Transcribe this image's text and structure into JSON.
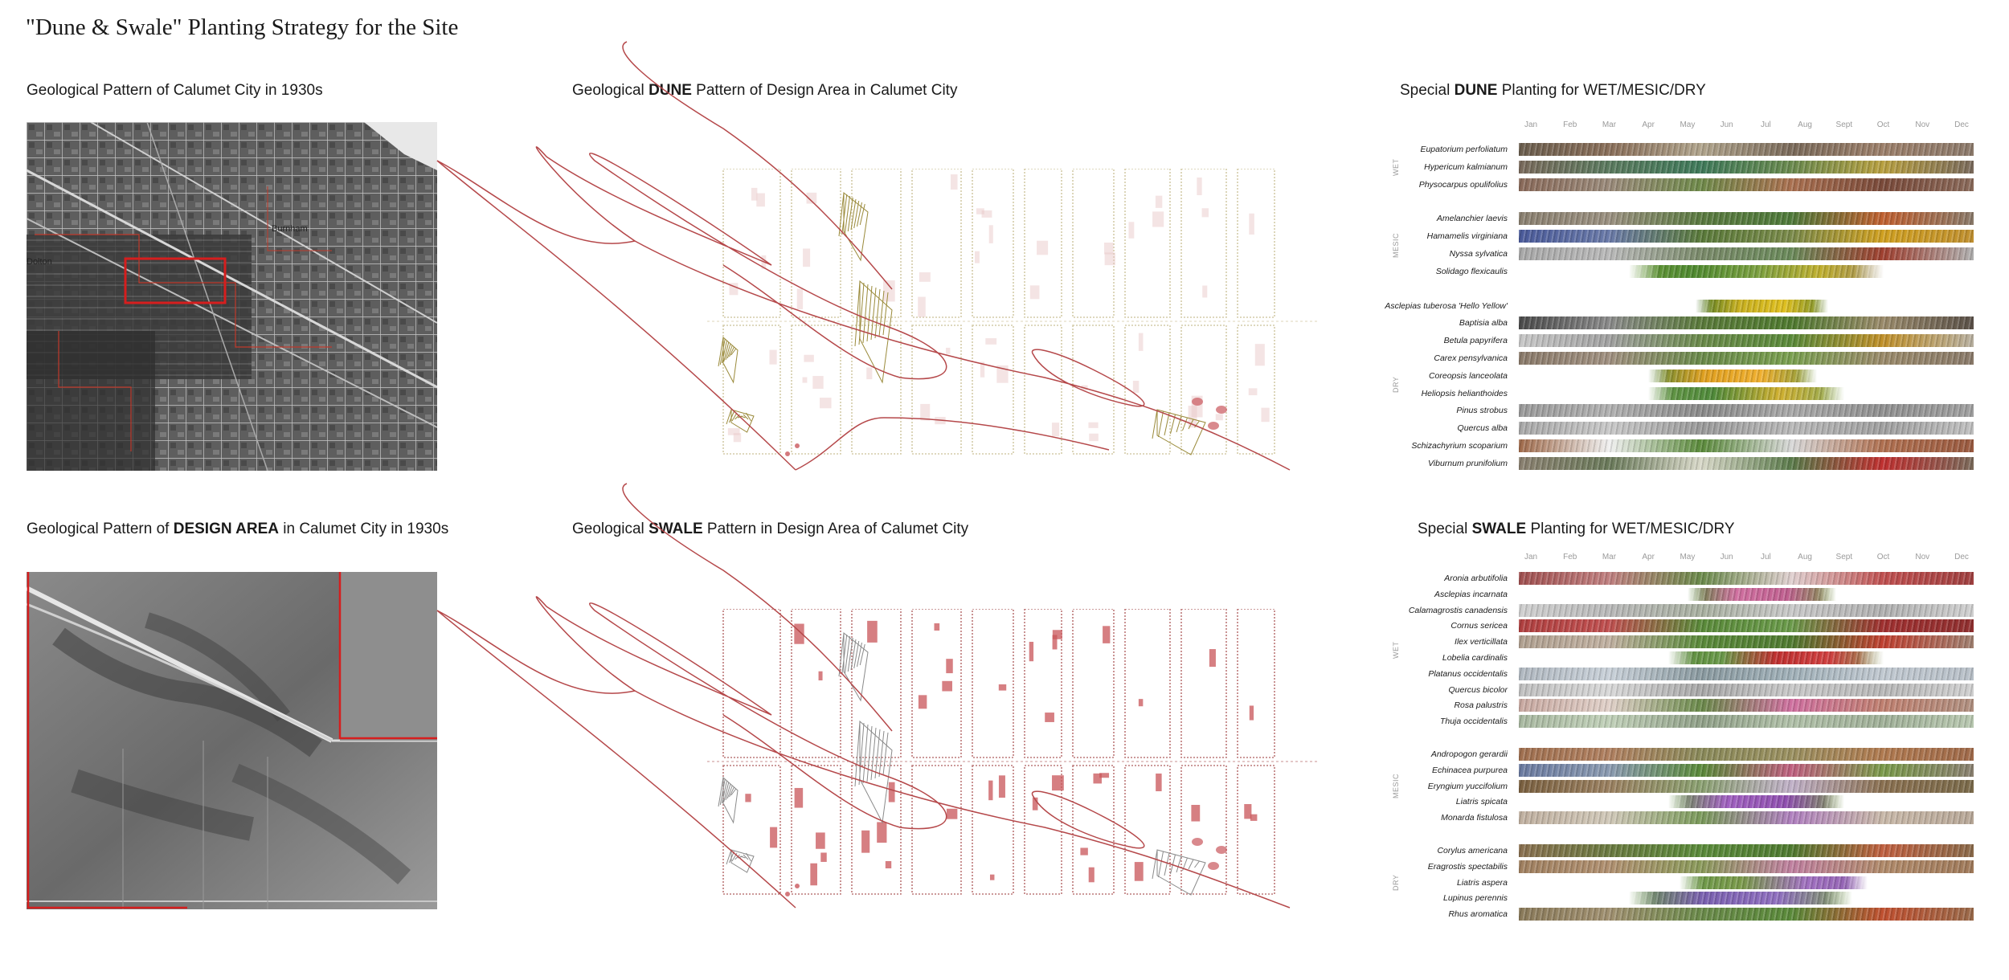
{
  "title": "\"Dune & Swale\" Planting Strategy for the Site",
  "sections": {
    "geo1930": {
      "pre": "Geological Pattern of Calumet City in 1930s",
      "bold": "",
      "post": ""
    },
    "dune_pattern": {
      "pre": "Geological ",
      "bold": "DUNE",
      "post": " Pattern of Design Area in Calumet City"
    },
    "dune_planting": {
      "pre": "Special ",
      "bold": "DUNE",
      "post": " Planting for WET/MESIC/DRY"
    },
    "design_area": {
      "pre": "Geological Pattern of ",
      "bold": "DESIGN AREA",
      "post": " in Calumet City in 1930s"
    },
    "swale_pattern": {
      "pre": "Geological ",
      "bold": "SWALE",
      "post": " Pattern in Design Area of Calumet City"
    },
    "swale_planting": {
      "pre": "Special ",
      "bold": "SWALE",
      "post": " Planting for WET/MESIC/DRY"
    }
  },
  "map_labels": {
    "burnham": "Burnham",
    "dolton": "Dolton"
  },
  "months": [
    "Jan",
    "Feb",
    "Mar",
    "Apr",
    "May",
    "Jun",
    "Jul",
    "Aug",
    "Sept",
    "Oct",
    "Nov",
    "Dec"
  ],
  "colors": {
    "accent_red": "#c0392b",
    "line_red": "#b5484a",
    "dune_hatch": "#9a8a3a",
    "swale_fill": "#c9575c"
  },
  "dune_chart": {
    "groups": [
      {
        "label": "WET",
        "plants": [
          {
            "name": "Eupatorium perfoliatum",
            "start": 1,
            "end": 12,
            "tones": [
              "#6b5e4e",
              "#8a6f5a",
              "#b0a48c",
              "#7a6a5a",
              "#9c7f6a",
              "#8c7a6b"
            ]
          },
          {
            "name": "Hypericum kalmianum",
            "start": 1,
            "end": 12,
            "tones": [
              "#7a6a5c",
              "#5a7a5e",
              "#3f7a5a",
              "#6a8a4e",
              "#b8a040",
              "#7a6a5c"
            ]
          },
          {
            "name": "Physocarpus opulifolius",
            "start": 1,
            "end": 12,
            "tones": [
              "#8a6a5a",
              "#9a8a7a",
              "#6f8a4a",
              "#aa7050",
              "#7a4a3a",
              "#8a6a5a"
            ]
          }
        ]
      },
      {
        "label": "MESIC",
        "plants": [
          {
            "name": "Amelanchier laevis",
            "start": 1,
            "end": 12,
            "tones": [
              "#8a8070",
              "#9a9080",
              "#5a7a40",
              "#4f7a3a",
              "#c06030",
              "#8a7a6a"
            ]
          },
          {
            "name": "Hamamelis virginiana",
            "start": 1,
            "end": 12,
            "tones": [
              "#4a5a9a",
              "#6a7aa8",
              "#5a7a3a",
              "#7a8a4a",
              "#d0a020",
              "#c09030"
            ]
          },
          {
            "name": "Nyssa sylvatica",
            "start": 1,
            "end": 12,
            "tones": [
              "#a8a8a8",
              "#b8b8b8",
              "#7a8a6a",
              "#6a8a5a",
              "#a04030",
              "#b0b0b0"
            ]
          },
          {
            "name": "Solidago flexicaulis",
            "start": 3.5,
            "end": 10,
            "tones": [
              "#6a9a3a",
              "#4f8a30",
              "#7aa040",
              "#c0b030",
              "#a08a5a"
            ]
          }
        ]
      },
      {
        "label": "DRY",
        "plants": [
          {
            "name": "Asclepias tuberosa 'Hello Yellow'",
            "start": 5.2,
            "end": 8.6,
            "tones": [
              "#4a7a2a",
              "#c8b020",
              "#e0c020",
              "#6a8a30"
            ]
          },
          {
            "name": "Baptisia alba",
            "start": 1,
            "end": 12,
            "tones": [
              "#4a4a4a",
              "#8a8a8a",
              "#5a7a3a",
              "#4f7a2f",
              "#9a8a6a",
              "#5a5048"
            ]
          },
          {
            "name": "Betula papyrifera",
            "start": 1,
            "end": 12,
            "tones": [
              "#c8c8c8",
              "#a0a0a0",
              "#6a8a4a",
              "#5a8a3a",
              "#c0902a",
              "#b8b0a0"
            ]
          },
          {
            "name": "Carex pensylvanica",
            "start": 1,
            "end": 12,
            "tones": [
              "#8a7a6a",
              "#a09080",
              "#6a8a4a",
              "#7aa050",
              "#9a8a6a",
              "#8a7a6a"
            ]
          },
          {
            "name": "Coreopsis lanceolata",
            "start": 4,
            "end": 8.3,
            "tones": [
              "#5a8a3a",
              "#e0a020",
              "#f0b030",
              "#7a9a40"
            ]
          },
          {
            "name": "Heliopsis helianthoides",
            "start": 4,
            "end": 9,
            "tones": [
              "#6a9a4a",
              "#4f8a3a",
              "#d0b030",
              "#8aaa5a"
            ]
          },
          {
            "name": "Pinus strobus",
            "start": 1,
            "end": 12,
            "tones": [
              "#9a9a9a",
              "#b0b0b0",
              "#8a8a8a",
              "#a8a8a8",
              "#909090",
              "#a0a0a0"
            ]
          },
          {
            "name": "Quercus alba",
            "start": 1,
            "end": 12,
            "tones": [
              "#a8a8a8",
              "#c8c8c8",
              "#9a9a9a",
              "#b8b8b8",
              "#a0a0a0",
              "#c0c0c0"
            ]
          },
          {
            "name": "Schizachyrium scoparium",
            "start": 1,
            "end": 12,
            "tones": [
              "#a06a4a",
              "#f0f0f0",
              "#5a8a3a",
              "#d8d8d8",
              "#b07050",
              "#9a5a40"
            ]
          },
          {
            "name": "Viburnum prunifolium",
            "start": 1,
            "end": 12,
            "tones": [
              "#8a8070",
              "#6a7a5a",
              "#d8d8c8",
              "#5a7a4a",
              "#c03030",
              "#7a6a5a"
            ]
          }
        ]
      }
    ]
  },
  "swale_chart": {
    "groups": [
      {
        "label": "WET",
        "plants": [
          {
            "name": "Aronia arbutifolia",
            "start": 1,
            "end": 12,
            "tones": [
              "#a05050",
              "#c08080",
              "#6a8a4a",
              "#e0d0d0",
              "#c05050",
              "#a04040"
            ]
          },
          {
            "name": "Asclepias incarnata",
            "start": 5,
            "end": 8.8,
            "tones": [
              "#5a8a3a",
              "#d070a0",
              "#c06090",
              "#7a9a4a"
            ]
          },
          {
            "name": "Calamagrostis canadensis",
            "start": 1,
            "end": 12,
            "tones": [
              "#d0d0d0",
              "#b8b8b8",
              "#a8b0a0",
              "#c8c8c8",
              "#b0b0b0",
              "#d0d0d0"
            ]
          },
          {
            "name": "Cornus sericea",
            "start": 1,
            "end": 12,
            "tones": [
              "#b04040",
              "#c05050",
              "#5a8a3a",
              "#6a9a4a",
              "#a03030",
              "#903030"
            ]
          },
          {
            "name": "Ilex verticillata",
            "start": 1,
            "end": 12,
            "tones": [
              "#b0a090",
              "#c0b0a0",
              "#5a8a3a",
              "#4f7a30",
              "#c04030",
              "#a08070"
            ]
          },
          {
            "name": "Lobelia cardinalis",
            "start": 4.5,
            "end": 10,
            "tones": [
              "#5a8a3a",
              "#6a9a4a",
              "#c03030",
              "#d04040",
              "#8a9a5a"
            ]
          },
          {
            "name": "Platanus occidentalis",
            "start": 1,
            "end": 12,
            "tones": [
              "#b0b8c0",
              "#c8d0d8",
              "#8a9aa0",
              "#a0b0b8",
              "#c0c8d0",
              "#b8c0c8"
            ]
          },
          {
            "name": "Quercus bicolor",
            "start": 1,
            "end": 12,
            "tones": [
              "#c0c0c0",
              "#d8d8d8",
              "#a8a8a8",
              "#c8c8c8",
              "#b8b8b8",
              "#d0d0d0"
            ]
          },
          {
            "name": "Rosa palustris",
            "start": 1,
            "end": 12,
            "tones": [
              "#c8a8a0",
              "#e0d0c8",
              "#6a8a4a",
              "#d070a0",
              "#c08070",
              "#b09080"
            ]
          },
          {
            "name": "Thuja occidentalis",
            "start": 1,
            "end": 12,
            "tones": [
              "#a8b8a0",
              "#c0d0b8",
              "#90a088",
              "#b0c0a8",
              "#a0b098",
              "#b8c8b0"
            ]
          }
        ]
      },
      {
        "label": "MESIC",
        "plants": [
          {
            "name": "Andropogon gerardii",
            "start": 1,
            "end": 12,
            "tones": [
              "#a07050",
              "#b08060",
              "#8a8a5a",
              "#9a9060",
              "#b07a50",
              "#a06a4a"
            ]
          },
          {
            "name": "Echinacea purpurea",
            "start": 1,
            "end": 12,
            "tones": [
              "#6a7aa0",
              "#8a9ab0",
              "#5a8a3a",
              "#c06080",
              "#7a9a4a",
              "#8a8070"
            ]
          },
          {
            "name": "Eryngium yuccifolium",
            "start": 1,
            "end": 12,
            "tones": [
              "#7a6040",
              "#9a8060",
              "#8aa070",
              "#c0b0c8",
              "#8a7050",
              "#7a6a4a"
            ]
          },
          {
            "name": "Liatris spicata",
            "start": 4.5,
            "end": 9,
            "tones": [
              "#6a9a4a",
              "#a060c0",
              "#9050b0",
              "#7a9a50"
            ]
          },
          {
            "name": "Monarda fistulosa",
            "start": 1,
            "end": 12,
            "tones": [
              "#c0b0a0",
              "#d0c8b8",
              "#7a9a5a",
              "#b080c0",
              "#c8b8a8",
              "#b8a898"
            ]
          }
        ]
      },
      {
        "label": "DRY",
        "plants": [
          {
            "name": "Corylus americana",
            "start": 1,
            "end": 12,
            "tones": [
              "#8a7050",
              "#6a7a40",
              "#5a8a3a",
              "#4f7a30",
              "#c06040",
              "#8a6a4a"
            ]
          },
          {
            "name": "Eragrostis spectabilis",
            "start": 1,
            "end": 12,
            "tones": [
              "#a08060",
              "#b09070",
              "#8a9a5a",
              "#c080a0",
              "#b08a6a",
              "#a07a5a"
            ]
          },
          {
            "name": "Liatris aspera",
            "start": 4.8,
            "end": 9.6,
            "tones": [
              "#6a9a4a",
              "#7a9a4a",
              "#a070c0",
              "#9060b0"
            ]
          },
          {
            "name": "Lupinus perennis",
            "start": 3.5,
            "end": 9.2,
            "tones": [
              "#6a9a4a",
              "#7a60b0",
              "#9070c0",
              "#7aa050"
            ]
          },
          {
            "name": "Rhus aromatica",
            "start": 1,
            "end": 12,
            "tones": [
              "#8a7a5a",
              "#a09070",
              "#6a8a4a",
              "#5a8a3a",
              "#c05030",
              "#9a6a4a"
            ]
          }
        ]
      }
    ]
  }
}
